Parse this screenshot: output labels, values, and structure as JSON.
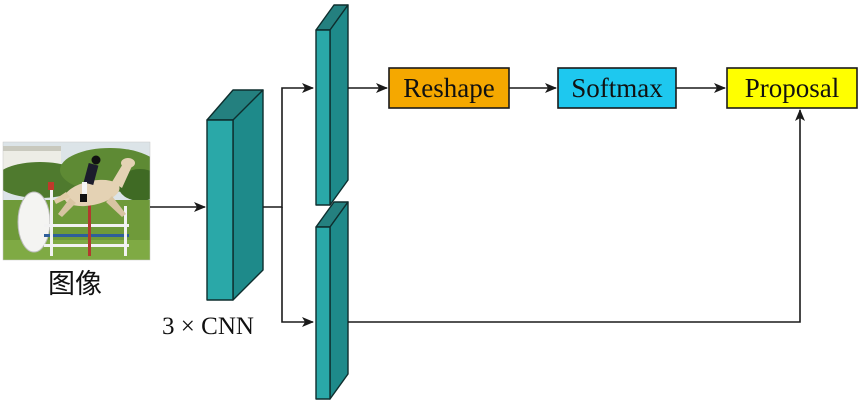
{
  "input": {
    "caption": "图像"
  },
  "cnn": {
    "caption": "3 × CNN"
  },
  "boxes": [
    {
      "id": "reshape",
      "label": "Reshape",
      "fill": "#F5A800"
    },
    {
      "id": "softmax",
      "label": "Softmax",
      "fill": "#1EC8EF"
    },
    {
      "id": "proposal",
      "label": "Proposal",
      "fill": "#FFFF00"
    }
  ],
  "colors": {
    "block_front": "#2AA8A8",
    "block_side": "#1E8A8A",
    "block_top": "#24807F",
    "outline": "#0E2E2E",
    "arrow": "#1A1A1A",
    "sky": "#DCE4E8",
    "grass": "#6F9A3A",
    "trees": "#4F7A2E",
    "horse": "#E4D2B4"
  }
}
